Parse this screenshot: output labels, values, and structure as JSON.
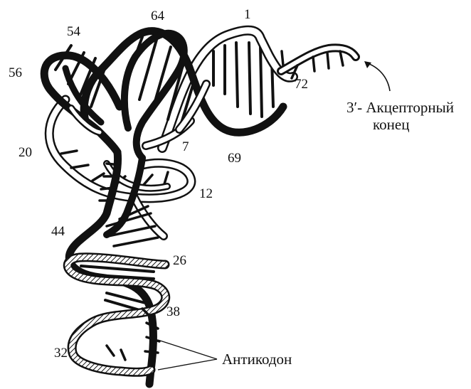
{
  "labels": {
    "n1": "1",
    "n7": "7",
    "n12": "12",
    "n20": "20",
    "n26": "26",
    "n32": "32",
    "n38": "38",
    "n44": "44",
    "n54": "54",
    "n56": "56",
    "n64": "64",
    "n69": "69",
    "n72": "72"
  },
  "acceptor": {
    "line1": "3′- Акцепторный",
    "line2": "конец"
  },
  "anticodon": "Антикодон",
  "colors": {
    "ink": "#111111",
    "background": "#ffffff"
  }
}
